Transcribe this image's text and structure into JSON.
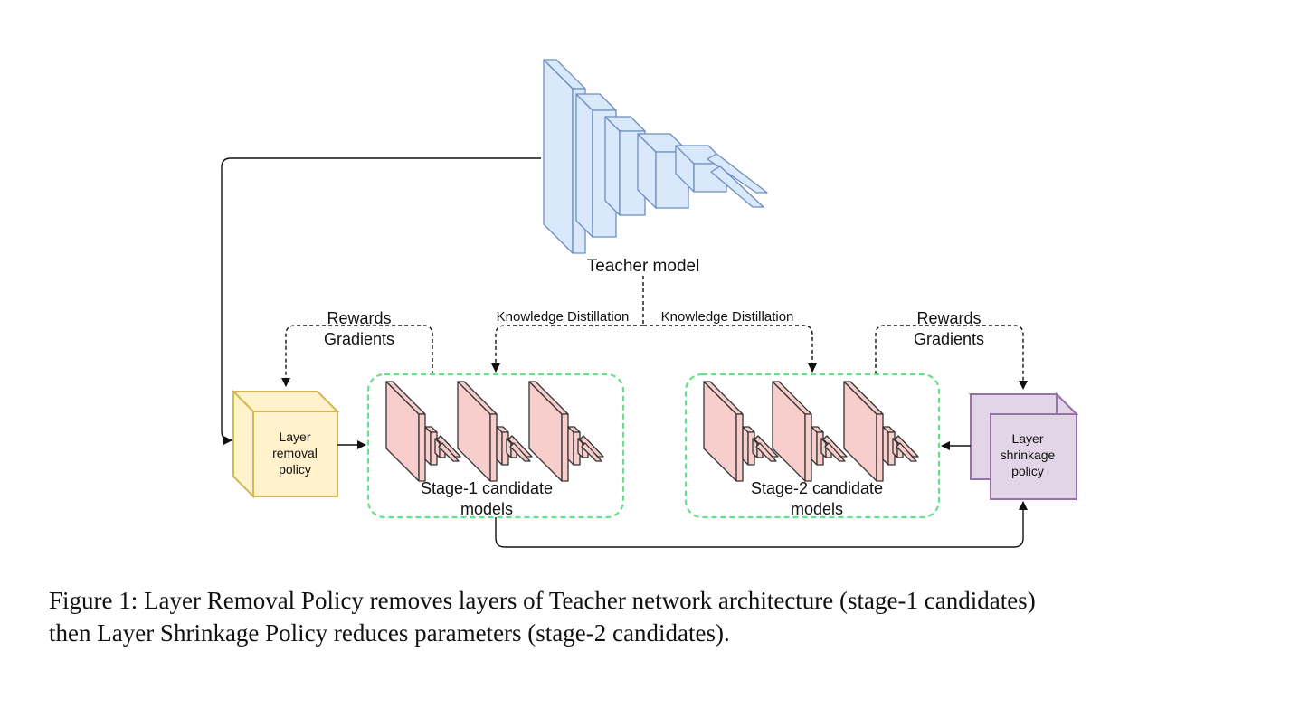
{
  "diagram": {
    "teacher_label": "Teacher model",
    "kd_label_left": "Knowledge Distillation",
    "kd_label_right": "Knowledge Distillation",
    "rewards_left": [
      "Rewards",
      "Gradients"
    ],
    "rewards_right": [
      "Rewards",
      "Gradients"
    ],
    "removal_policy": [
      "Layer",
      "removal",
      "policy"
    ],
    "shrinkage_policy": [
      "Layer",
      "shrinkage",
      "policy"
    ],
    "stage1_label": [
      "Stage-1 candidate",
      "models"
    ],
    "stage2_label": [
      "Stage-2 candidate",
      "models"
    ],
    "colors": {
      "teacher_fill": "#dae8fc",
      "teacher_stroke": "#6c8ebf",
      "candidate_fill": "#f8cecc",
      "candidate_stroke": "#333333",
      "removal_fill": "#fff2cc",
      "removal_stroke": "#d6b656",
      "shrinkage_fill": "#e1d5e7",
      "shrinkage_stroke": "#9673a6",
      "group_border": "#67e08a",
      "arrow": "#111111"
    }
  },
  "caption": {
    "line1": "Figure 1: Layer Removal Policy removes layers of Teacher network architecture (stage-1 candidates)",
    "line2": "then Layer Shrinkage Policy reduces parameters (stage-2 candidates)."
  }
}
